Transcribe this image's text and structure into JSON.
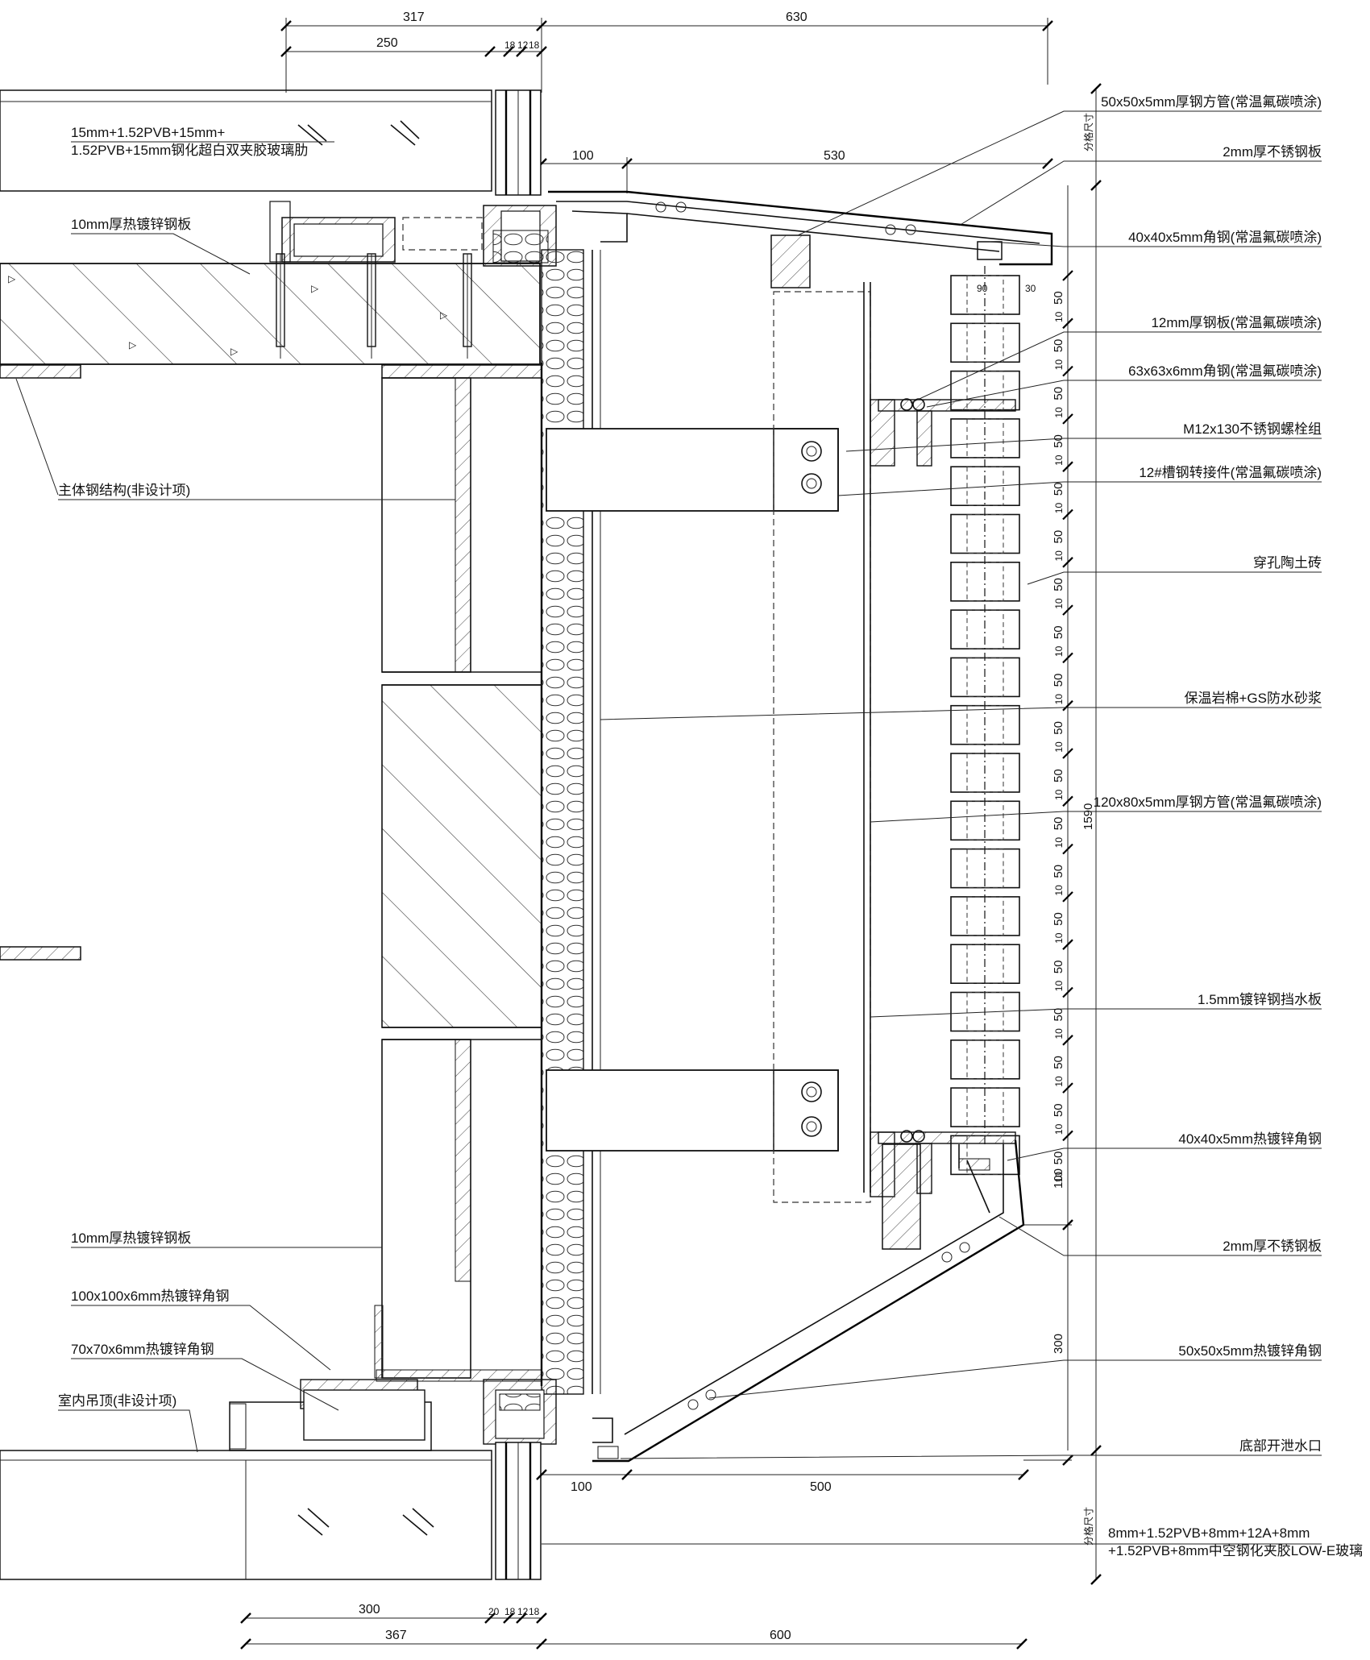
{
  "dimensions": {
    "top_317": "317",
    "top_630": "630",
    "top_250": "250",
    "top_18": "18",
    "top_12": "12",
    "top_18b": "18",
    "top_100": "100",
    "top_530": "530",
    "tile_90": "90",
    "tile_30": "30",
    "bottom_100": "100",
    "bottom_500": "500",
    "bottom_300": "300",
    "bottom_367": "367",
    "bottom_600": "600",
    "bottom_20": "20",
    "bottom_18": "18",
    "bottom_12": "12",
    "bottom_18b": "18",
    "total_height": "1590",
    "right_100": "100",
    "right_300": "300",
    "grid_fifty": "50",
    "grid_ten": "10",
    "split_top": "分格尺寸",
    "split_bottom": "分格尺寸"
  },
  "left_labels": {
    "glass_top_line1": "15mm+1.52PVB+15mm+",
    "glass_top_line2": "1.52PVB+15mm钢化超白双夹胶玻璃肋",
    "steel_plate_top": "10mm厚热镀锌钢板",
    "main_structure": "主体钢结构(非设计项)",
    "steel_plate_bottom": "10mm厚热镀锌钢板",
    "angle_100": "100x100x6mm热镀锌角钢",
    "angle_70": "70x70x6mm热镀锌角钢",
    "ceiling": "室内吊顶(非设计项)"
  },
  "right_labels": [
    "50x50x5mm厚钢方管(常温氟碳喷涂)",
    "2mm厚不锈钢板",
    "40x40x5mm角钢(常温氟碳喷涂)",
    "12mm厚钢板(常温氟碳喷涂)",
    "63x63x6mm角钢(常温氟碳喷涂)",
    "M12x130不锈钢螺栓组",
    "12#槽钢转接件(常温氟碳喷涂)",
    "穿孔陶土砖",
    "保温岩棉+GS防水砂浆",
    "120x80x5mm厚钢方管(常温氟碳喷涂)",
    "1.5mm镀锌钢挡水板",
    "40x40x5mm热镀锌角钢",
    "2mm厚不锈钢板",
    "50x50x5mm热镀锌角钢",
    "底部开泄水口"
  ],
  "glass_bottom": {
    "line1": "8mm+1.52PVB+8mm+12A+8mm",
    "line2": "+1.52PVB+8mm中空钢化夹胶LOW-E玻璃"
  }
}
